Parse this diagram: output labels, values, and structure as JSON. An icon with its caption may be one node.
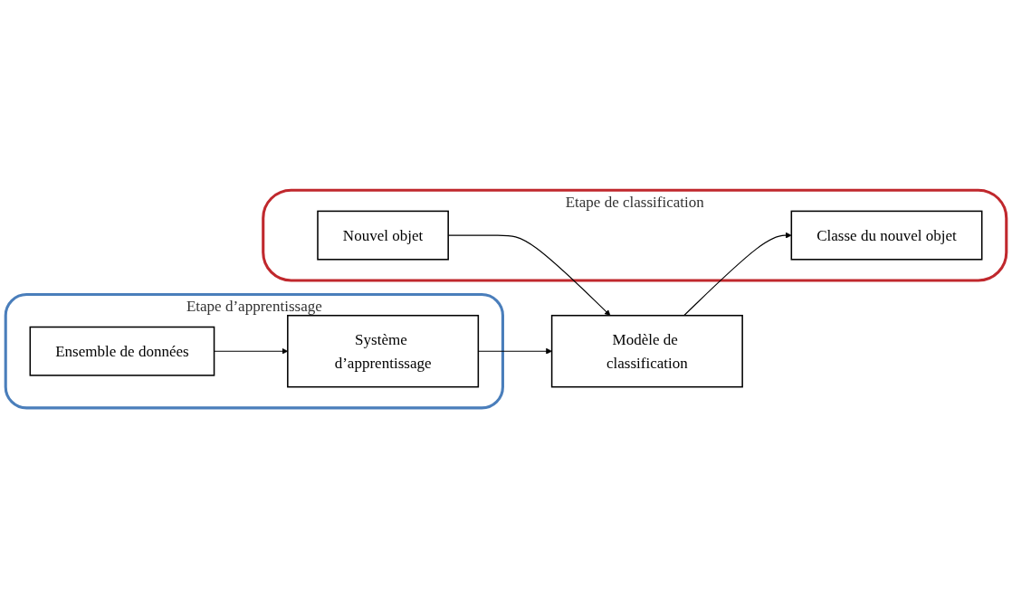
{
  "diagram": {
    "nodes": [
      {
        "text": [
          "Etape de classification"
        ]
      },
      {
        "text": [
          "Nouvel objet"
        ],
        "in": 0
      },
      {
        "text": [
          "Etape d’apprentissage"
        ]
      },
      {
        "text": [
          "Ensemble de données"
        ],
        "in": 2
      },
      {
        "text": [
          "Système d’apprentissage"
        ],
        "in": 2
      },
      {
        "text": [
          "Modèle de classification"
        ]
      },
      {
        "text": [
          "Classe du nouvel objet"
        ],
        "in": 0
      }
    ],
    "edges": [
      {
        "from": 1,
        "to": 5,
        "arrow": "to"
      },
      {
        "from": 3,
        "to": 4,
        "arrow": "to"
      },
      {
        "from": 4,
        "to": 5,
        "arrow": "to"
      },
      {
        "from": 5,
        "to": 6,
        "arrow": "to"
      }
    ]
  }
}
